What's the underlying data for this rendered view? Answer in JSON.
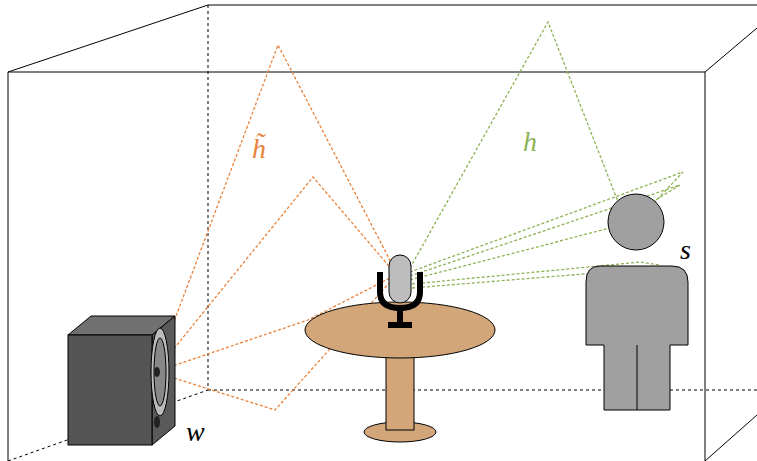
{
  "diagram": {
    "labels": [
      "h̃",
      "h",
      "s",
      "w"
    ]
  }
}
